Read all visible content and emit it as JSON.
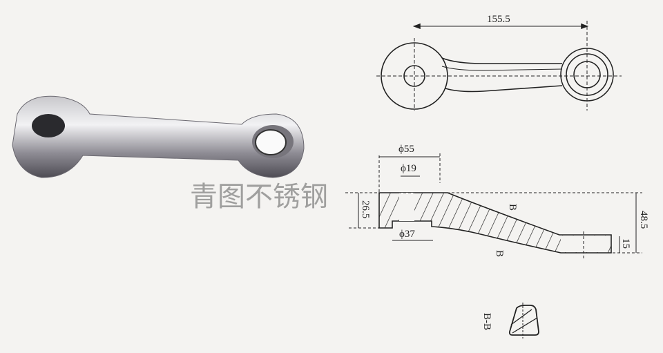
{
  "watermark": "青图不锈钢",
  "top_view": {
    "length_label": "155.5"
  },
  "side_view": {
    "outer_diameter_label": "ϕ55",
    "hole_diameter_label": "ϕ19",
    "counterbore_diameter_label": "ϕ37",
    "left_height_label": "26.5",
    "total_height_label": "48.5",
    "right_height_label": "15",
    "section_mark_top": "B",
    "section_mark_bottom": "B"
  },
  "section": {
    "label": "B-B"
  },
  "colors": {
    "line": "#222222",
    "background": "#f4f3f1",
    "metal_light": "#e6e6e8",
    "metal_dark": "#5a5860"
  }
}
